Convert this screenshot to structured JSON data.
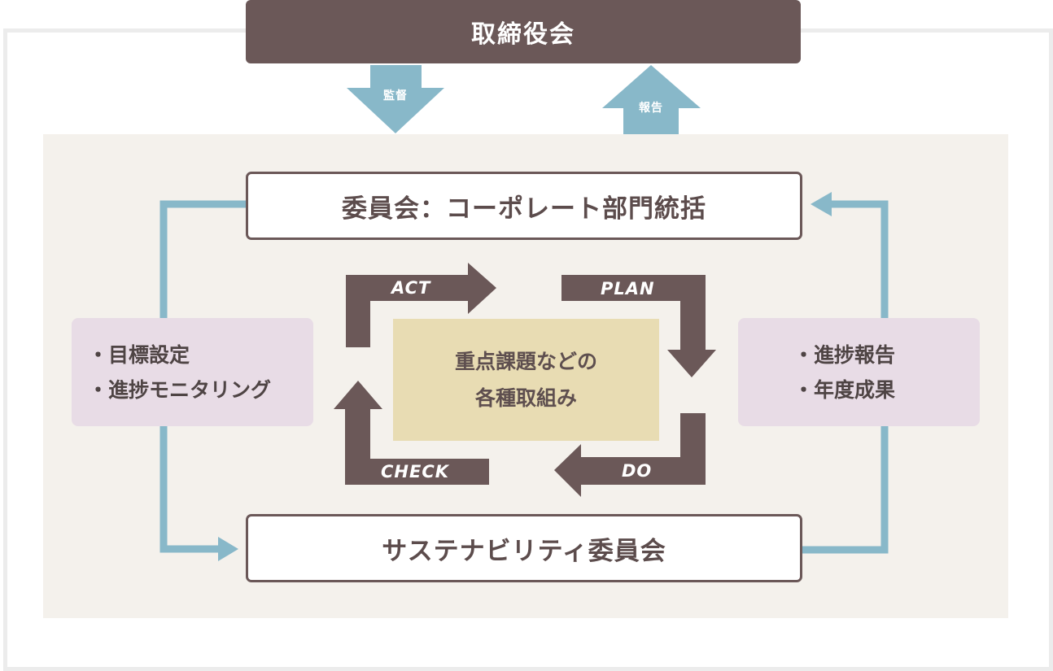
{
  "board": {
    "label": "取締役会"
  },
  "flows": {
    "supervise": "監督",
    "report": "報告"
  },
  "committee_top": {
    "label": "委員会：コーポレート部門統括"
  },
  "committee_bottom": {
    "label": "サステナビリティ委員会"
  },
  "left_box": {
    "items": [
      "・目標設定",
      "・進捗モニタリング"
    ]
  },
  "right_box": {
    "items": [
      "・進捗報告",
      "・年度成果"
    ]
  },
  "center": {
    "lines": [
      "重点課題などの",
      "各種取組み"
    ]
  },
  "pdca": {
    "act": "ACT",
    "plan": "PLAN",
    "do": "DO",
    "check": "CHECK"
  },
  "colors": {
    "brown": "#6b5858",
    "blue": "#88b8c9",
    "lavender": "#e8dce6",
    "sand": "#e8dcb3",
    "panel": "#f4f1ec"
  }
}
